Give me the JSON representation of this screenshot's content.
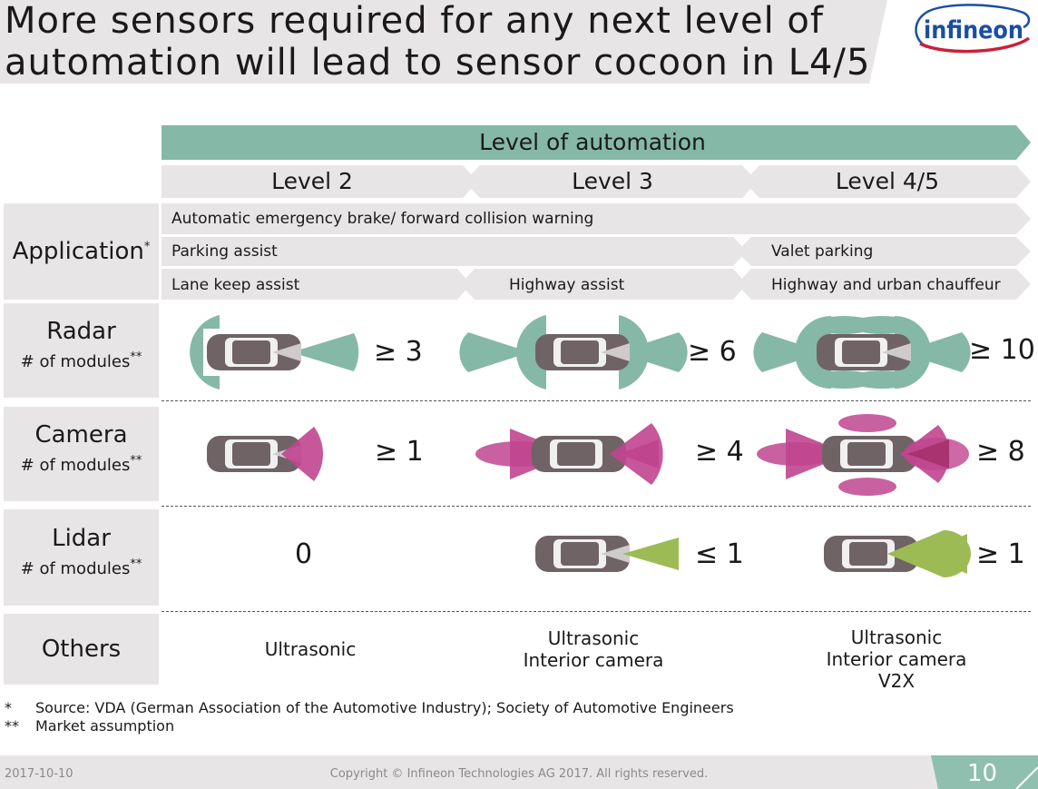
{
  "slide": {
    "title_line1": "More sensors required for any next level of",
    "title_line2": "automation will lead to sensor cocoon in L4/5",
    "logo_text": "infineon"
  },
  "header": {
    "automation_label": "Level of automation",
    "levels": [
      "Level 2",
      "Level 3",
      "Level 4/5"
    ]
  },
  "application": {
    "label": "Application",
    "label_mark": "*",
    "rows": [
      [
        "Automatic emergency brake/ forward collision warning"
      ],
      [
        "Parking assist",
        "Valet parking"
      ],
      [
        "Lane keep assist",
        "Highway assist",
        "Highway and urban chauffeur"
      ]
    ]
  },
  "sensors": [
    {
      "name": "Radar",
      "sub": "# of modules",
      "mark": "**",
      "counts": [
        "≥ 3",
        "≥ 6",
        "≥ 10"
      ]
    },
    {
      "name": "Camera",
      "sub": "# of modules",
      "mark": "**",
      "counts": [
        "≥ 1",
        "≥ 4",
        "≥ 8"
      ]
    },
    {
      "name": "Lidar",
      "sub": "# of modules",
      "mark": "**",
      "counts": [
        "0",
        "≤ 1",
        "≥ 1"
      ]
    }
  ],
  "others": {
    "label": "Others",
    "level2": [
      "Ultrasonic"
    ],
    "level3": [
      "Ultrasonic",
      "Interior camera"
    ],
    "level45": [
      "Ultrasonic",
      "Interior camera",
      "V2X"
    ]
  },
  "footnotes": [
    {
      "mark": "*",
      "text": "Source: VDA (German Association of the Automotive Industry); Society of Automotive Engineers"
    },
    {
      "mark": "**",
      "text": "Market assumption"
    }
  ],
  "footer": {
    "date": "2017-10-10",
    "copyright": "Copyright © Infineon Technologies AG 2017. All rights reserved.",
    "page": "10"
  },
  "colors": {
    "teal": "#85b8a7",
    "magenta": "#c0458f",
    "lime": "#9dbb54",
    "gray_band": "#e8e5e6",
    "car": "#6f6366",
    "logo_blue": "#1b4ea3",
    "logo_red": "#cc1f3a"
  }
}
